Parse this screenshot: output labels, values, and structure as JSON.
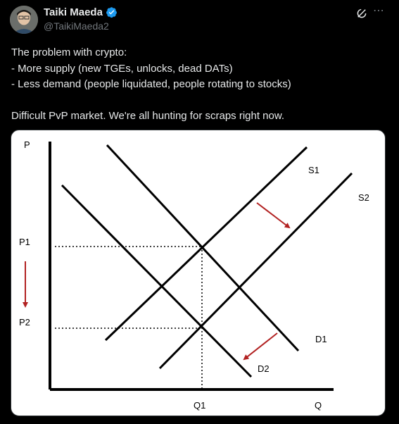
{
  "author": {
    "name": "Taiki Maeda",
    "handle": "@TaikiMaeda2"
  },
  "tweet": {
    "text": "The problem with crypto:\n- More supply (new TGEs, unlocks, dead DATs)\n- Less demand (people liquidated, people rotating to stocks)\n\nDifficult PvP market. We're all hunting for scraps right now."
  },
  "colors": {
    "background": "#000000",
    "text": "#e7e9ea",
    "muted": "#71767b",
    "verified": "#1d9bf0",
    "arrow": "#b22222"
  },
  "icons": {
    "verified": "verified-badge-icon",
    "grok": "grok-icon",
    "more": "more-icon"
  },
  "graph": {
    "y_axis": "P",
    "x_axis": "Q",
    "supply_1": "S1",
    "supply_2": "S2",
    "demand_1": "D1",
    "demand_2": "D2",
    "price_1": "P1",
    "price_2": "P2",
    "quantity_1": "Q1"
  }
}
